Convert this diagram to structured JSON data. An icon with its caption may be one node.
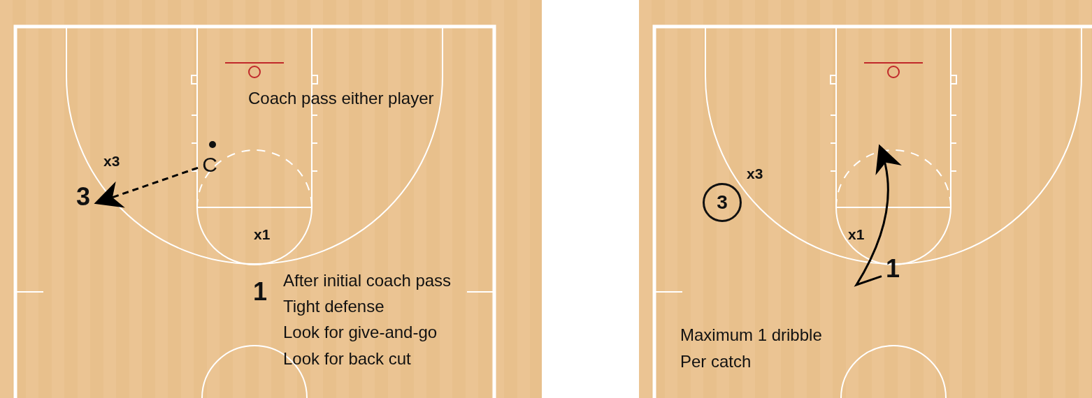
{
  "diagram": {
    "nodes": [
      {
        "text": [
          "C"
        ]
      },
      {
        "text": [
          "3"
        ]
      },
      {
        "text": [
          "3"
        ]
      },
      {
        "text": [
          "1"
        ]
      }
    ],
    "edges": [
      {
        "from": 0,
        "to": 1,
        "arrow": "to",
        "style": "dashed"
      },
      {
        "from": 3,
        "to": null,
        "arrow": "to"
      }
    ],
    "labels": [
      "Coach pass either player",
      "x3",
      "x1",
      "1",
      "After initial coach pass",
      "Tight defense",
      "Look for give-and-go",
      "Look for back cut",
      "x3",
      "x1",
      "Maximum 1 dribble",
      "Per catch"
    ]
  }
}
